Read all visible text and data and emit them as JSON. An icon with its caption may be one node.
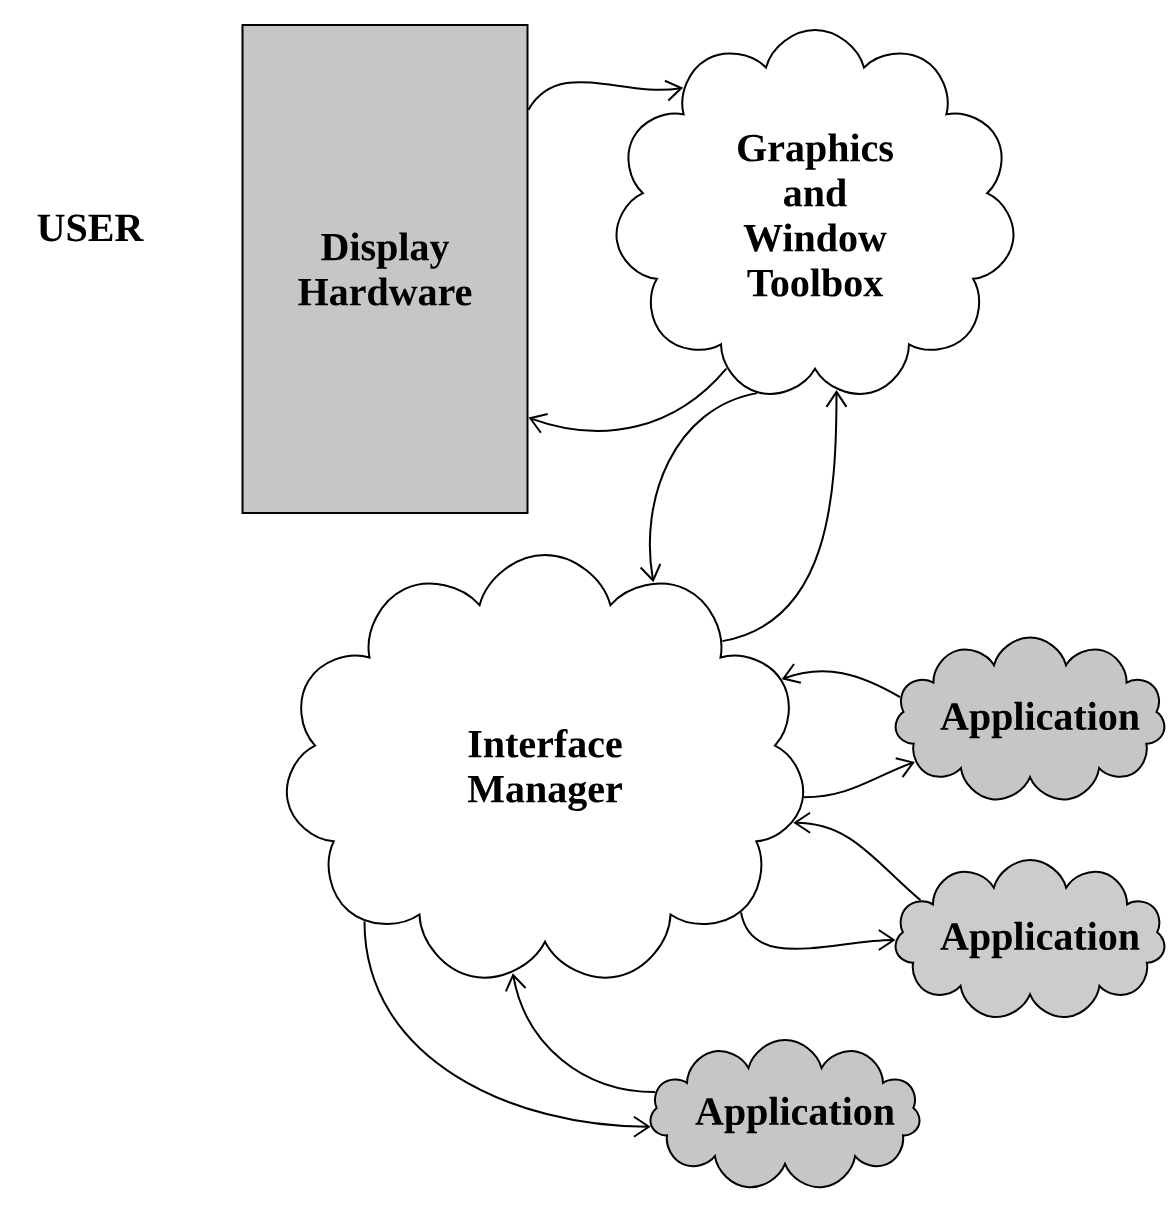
{
  "diagram": {
    "nodes": [
      {
        "text": [
          "Display Hardware"
        ]
      },
      {
        "text": [
          "Graphics and Window Toolbox"
        ]
      },
      {
        "text": [
          "Interface Manager"
        ]
      },
      {
        "text": [
          "Application"
        ]
      },
      {
        "text": [
          "Application"
        ]
      },
      {
        "text": [
          "Application"
        ]
      }
    ],
    "edges": [
      {
        "from": 0,
        "to": 1,
        "arrow": "to"
      },
      {
        "from": 1,
        "to": 0,
        "arrow": "to"
      },
      {
        "from": 1,
        "to": 2,
        "arrow": "to"
      },
      {
        "from": 2,
        "to": 1,
        "arrow": "to"
      },
      {
        "from": 3,
        "to": 2,
        "arrow": "to"
      },
      {
        "from": 2,
        "to": 3,
        "arrow": "to"
      },
      {
        "from": 4,
        "to": 2,
        "arrow": "to"
      },
      {
        "from": 2,
        "to": 4,
        "arrow": "to"
      },
      {
        "from": 5,
        "to": 2,
        "arrow": "to"
      },
      {
        "from": 2,
        "to": 5,
        "arrow": "to"
      }
    ],
    "labels": [
      "USER"
    ]
  }
}
